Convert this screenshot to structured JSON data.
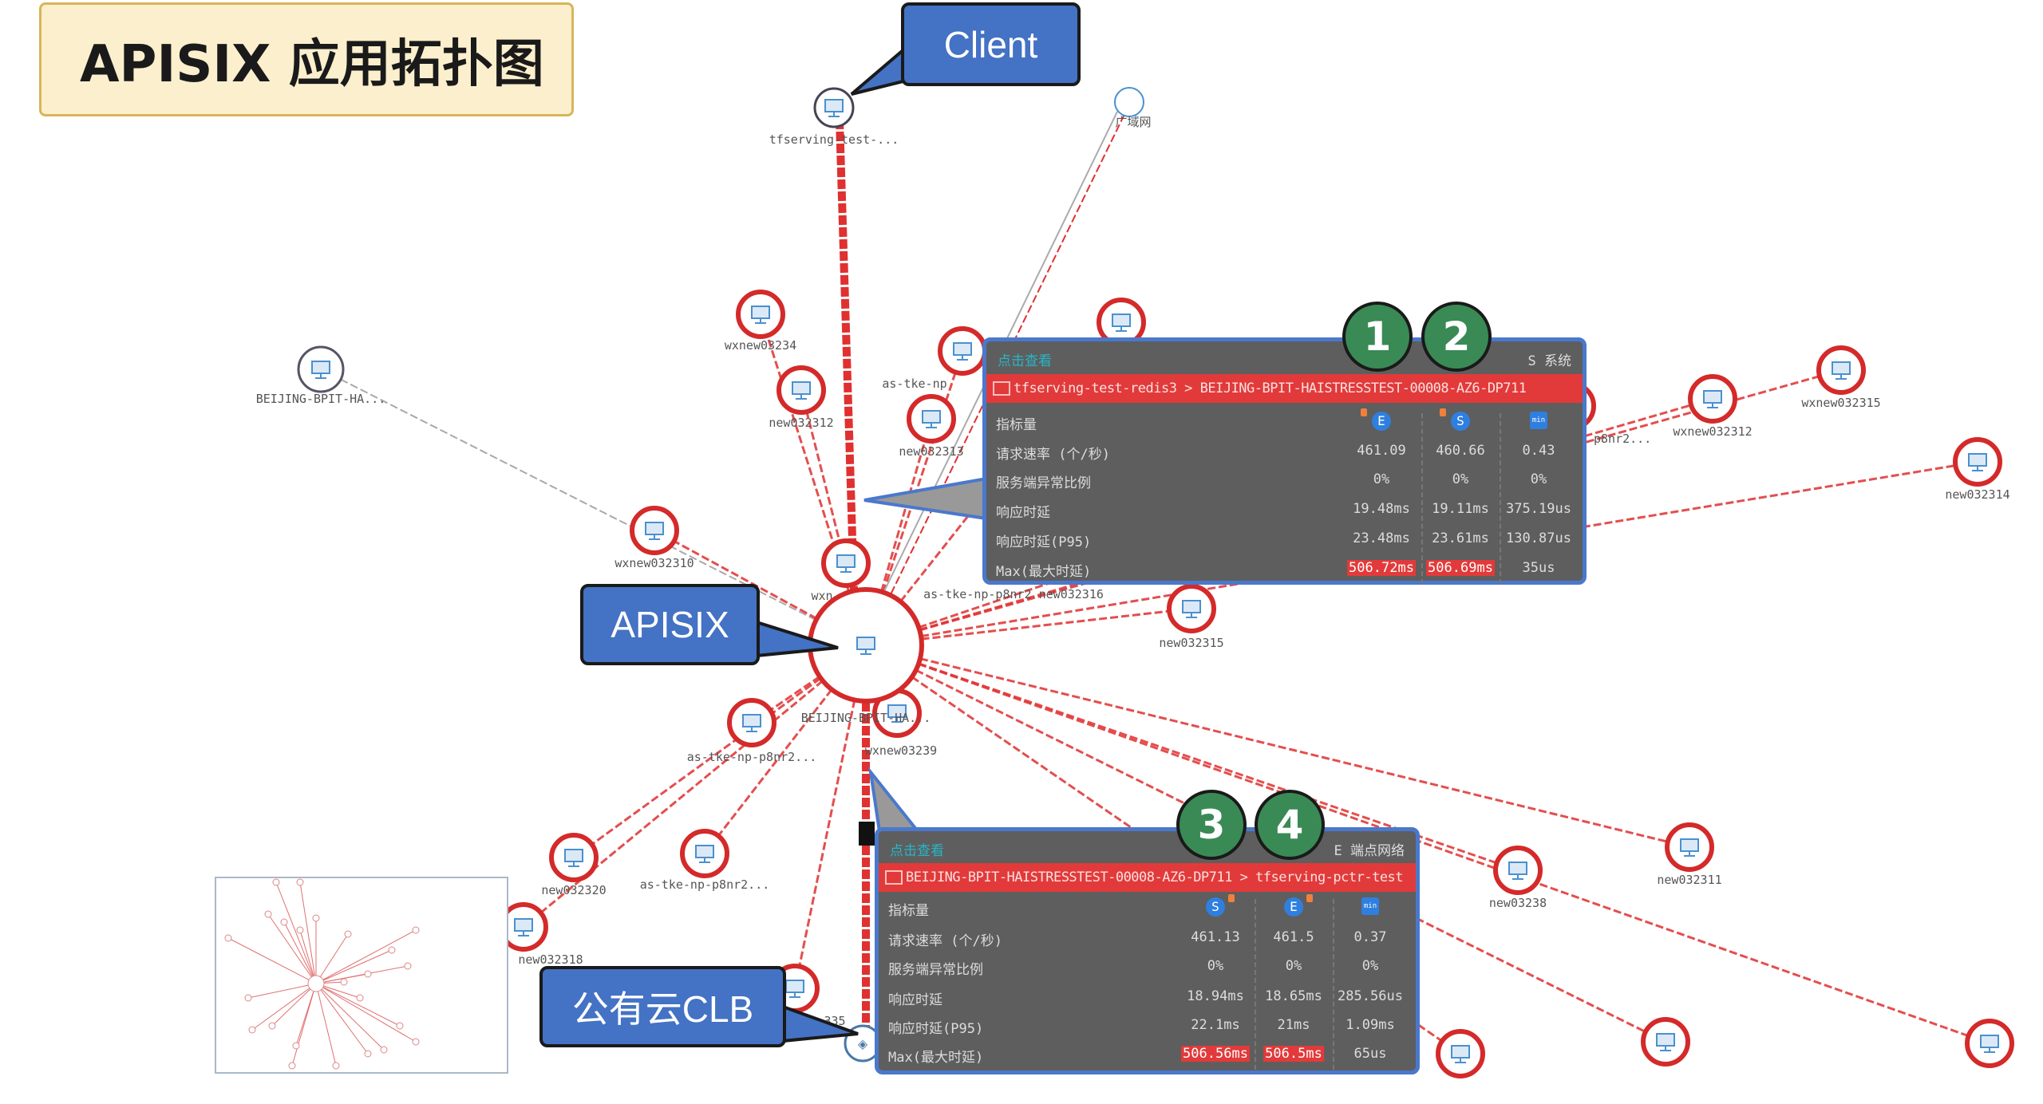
{
  "title": "APISIX 应用拓扑图",
  "callouts": {
    "client": "Client",
    "apisix": "APISIX",
    "clb": "公有云CLB"
  },
  "markers": [
    "1",
    "2",
    "3",
    "4"
  ],
  "graph": {
    "client_node": "tfserving-test-...",
    "wan_node": "广域网",
    "hub_label": "BEIJING-BPIT-HA...",
    "nodes": [
      {
        "label": "wxnew03234"
      },
      {
        "label": "new032312"
      },
      {
        "label": "as-tke-np"
      },
      {
        "label": "new032313"
      },
      {
        "label": ""
      },
      {
        "label": "BEIJING-BPIT-HA..."
      },
      {
        "label": "wxnew032310"
      },
      {
        "label": "wxn"
      },
      {
        "label": "p8nr2..."
      },
      {
        "label": "wxnew032312"
      },
      {
        "label": "wxnew032315"
      },
      {
        "label": "new032314"
      },
      {
        "label": "new032315"
      },
      {
        "label": "as-tke-np-p8nr2..."
      },
      {
        "label": "wxnew03239"
      },
      {
        "label": "new032320"
      },
      {
        "label": "as-tke-np-p8nr2..."
      },
      {
        "label": "new032318"
      },
      {
        "label": "335"
      },
      {
        "label": "new03238"
      },
      {
        "label": "new032311"
      },
      {
        "label": ""
      },
      {
        "label": ""
      },
      {
        "label": ""
      },
      {
        "label": "as-tke-np-p8nr2 new032316"
      }
    ]
  },
  "tooltips": [
    {
      "header": "点击查看",
      "legend": "S 系统",
      "path": "tfserving-test-redis3 > BEIJING-BPIT-HAISTRESSTEST-00008-AZ6-DP711",
      "col_icons": [
        "E",
        "S",
        "min"
      ],
      "rows": [
        {
          "label": "指标量",
          "values": [
            "",
            "",
            ""
          ]
        },
        {
          "label": "请求速率 (个/秒)",
          "values": [
            "461.09",
            "460.66",
            "0.43"
          ]
        },
        {
          "label": "服务端异常比例",
          "values": [
            "0%",
            "0%",
            "0%"
          ]
        },
        {
          "label": "响应时延",
          "values": [
            "19.48ms",
            "19.11ms",
            "375.19us"
          ]
        },
        {
          "label": "响应时延(P95)",
          "values": [
            "23.48ms",
            "23.61ms",
            "130.87us"
          ]
        },
        {
          "label": "Max(最大时延)",
          "values": [
            "506.72ms",
            "506.69ms",
            "35us"
          ]
        }
      ]
    },
    {
      "header": "点击查看",
      "legend": "E 端点网络",
      "path": "BEIJING-BPIT-HAISTRESSTEST-00008-AZ6-DP711 > tfserving-pctr-test",
      "col_icons": [
        "S",
        "E",
        "min"
      ],
      "rows": [
        {
          "label": "指标量",
          "values": [
            "",
            "",
            ""
          ]
        },
        {
          "label": "请求速率 (个/秒)",
          "values": [
            "461.13",
            "461.5",
            "0.37"
          ]
        },
        {
          "label": "服务端异常比例",
          "values": [
            "0%",
            "0%",
            "0%"
          ]
        },
        {
          "label": "响应时延",
          "values": [
            "18.94ms",
            "18.65ms",
            "285.56us"
          ]
        },
        {
          "label": "响应时延(P95)",
          "values": [
            "22.1ms",
            "21ms",
            "1.09ms"
          ]
        },
        {
          "label": "Max(最大时延)",
          "values": [
            "506.56ms",
            "506.5ms",
            "65us"
          ]
        }
      ]
    }
  ],
  "colors": {
    "edge": "#e03030",
    "callout": "#4472c4",
    "marker": "#3a8a55",
    "tooltip_bg": "#5e5e5e"
  }
}
